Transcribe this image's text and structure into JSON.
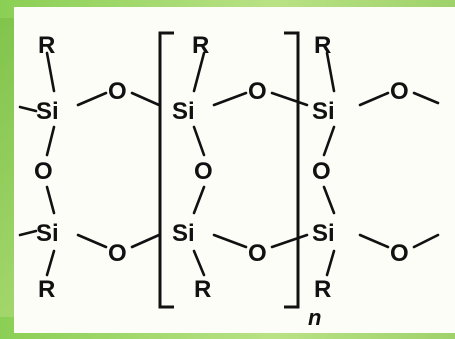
{
  "structure": {
    "atoms": {
      "r_top_left": "R",
      "si_top_left": "Si",
      "o_top_left_right": "O",
      "o_left_vertical": "O",
      "si_bottom_left": "Si",
      "o_bottom_left_right": "O",
      "r_bottom_left": "R",
      "r_top_mid": "R",
      "si_top_mid": "Si",
      "o_top_mid_right": "O",
      "o_mid_vertical": "O",
      "si_bottom_mid": "Si",
      "o_bottom_mid_right": "O",
      "r_bottom_mid": "R",
      "r_top_right": "R",
      "si_top_right": "Si",
      "o_top_right_end": "O",
      "o_right_vertical": "O",
      "si_bottom_right": "Si",
      "o_bottom_right_end": "O",
      "r_bottom_right": "R"
    },
    "repeat_subscript": "n"
  }
}
